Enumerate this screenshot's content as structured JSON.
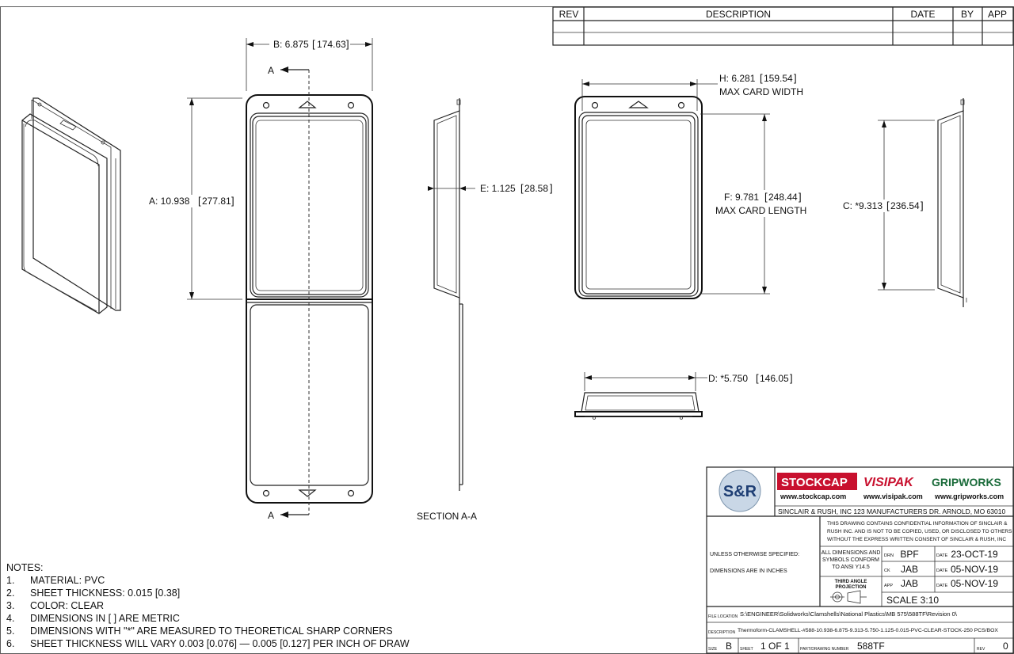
{
  "revision_table": {
    "headers": [
      "REV",
      "DESCRIPTION",
      "DATE",
      "BY",
      "APP"
    ]
  },
  "dimensions": {
    "b": "B: 6.875",
    "b_metric": "174.63",
    "a": "A: 10.938",
    "a_metric": "277.81",
    "e": "E: 1.125",
    "e_metric": "28.58",
    "h": "H: 6.281",
    "h_metric": "159.54",
    "h_note": "MAX CARD WIDTH",
    "f": "F: 9.781",
    "f_metric": "248.44",
    "f_note": "MAX CARD LENGTH",
    "c": "C: *9.313",
    "c_metric": "236.54",
    "d": "D: *5.750",
    "d_metric": "146.05"
  },
  "section": {
    "label_a": "A",
    "title": "SECTION A-A"
  },
  "notes": {
    "title": "NOTES:",
    "items": [
      {
        "num": "1.",
        "text": "MATERIAL: PVC"
      },
      {
        "num": "2.",
        "text": "SHEET THICKNESS: 0.015 [0.38]"
      },
      {
        "num": "3.",
        "text": "COLOR: CLEAR"
      },
      {
        "num": "4.",
        "text": "DIMENSIONS IN [ ] ARE METRIC"
      },
      {
        "num": "5.",
        "text": "DIMENSIONS WITH \"*\" ARE MEASURED TO THEORETICAL SHARP CORNERS"
      },
      {
        "num": "6.",
        "text": "SHEET THICKNESS WILL VARY 0.003 [0.076] — 0.005 [0.127] PER INCH OF DRAW"
      }
    ]
  },
  "title_block": {
    "logo_text": "S&R",
    "brand_stockcap": "STOCKCAP",
    "brand_visipak": "VISIPAK",
    "brand_gripworks": "GRIPWORKS",
    "url_stockcap": "www.stockcap.com",
    "url_visipak": "www.visipak.com",
    "url_gripworks": "www.gripworks.com",
    "company": "SINCLAIR & RUSH, INC 123 MANUFACTURERS DR. ARNOLD, MO 63010",
    "confidential_1": "THIS DRAWING CONTAINS CONFIDENTIAL INFORMATION OF SINCLAIR &",
    "confidential_2": "RUSH INC. AND IS NOT TO BE COPIED, USED, OR DISCLOSED TO OTHERS",
    "confidential_3": "WITHOUT THE EXPRESS WRITTEN CONSENT OF SINCLAIR & RUSH, INC",
    "unless_1": "UNLESS OTHERWISE SPECIFIED:",
    "unless_2": "DIMENSIONS ARE IN INCHES",
    "ansi_1": "ALL DIMENSIONS AND",
    "ansi_2": "SYMBOLS CONFORM",
    "ansi_3": "TO ANSI Y14.5",
    "third_angle_1": "THIRD ANGLE",
    "third_angle_2": "PROJECTION",
    "drn_label": "DRN",
    "drn": "BPF",
    "ck_label": "CK",
    "ck": "JAB",
    "app_label": "APP",
    "app": "JAB",
    "date_label": "DATE",
    "drn_date": "23-OCT-19",
    "ck_date": "05-NOV-19",
    "app_date": "05-NOV-19",
    "scale": "SCALE 3:10",
    "file_label": "FILE LOCATION",
    "file_location": "S:\\ENGINEER\\Solidworks\\Clamshells\\National Plastics\\MB 575\\588TF\\Revision 0\\",
    "desc_label": "DESCRIPTION",
    "description": "Thermoform-CLAMSHELL-#588-10.938-6.875-9.313-5.750-1.125-0.015-PVC-CLEAR-STOCK-250 PCS/BOX",
    "size_label": "SIZE",
    "size": "B",
    "sheet_label": "SHEET",
    "sheet": "1 OF 1",
    "part_label": "PART/DRAWING NUMBER",
    "part_number": "588TF",
    "rev_label": "REV",
    "rev": "0"
  }
}
